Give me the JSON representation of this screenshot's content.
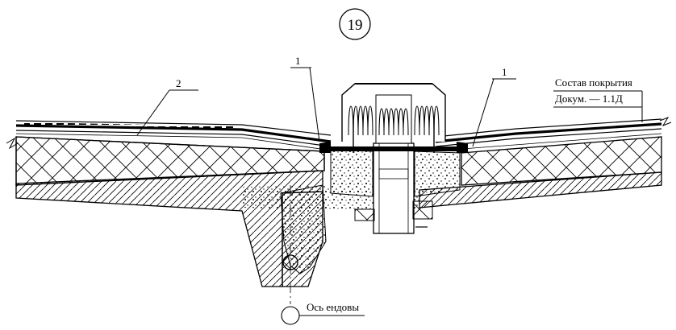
{
  "detail": {
    "number": "19"
  },
  "callouts": {
    "left": "2",
    "center": "1",
    "right": "1"
  },
  "roof_note": {
    "line1": "Состав покрытия",
    "line2": "Докум. — 1.1Д"
  },
  "axis_label": "Ось ендовы"
}
